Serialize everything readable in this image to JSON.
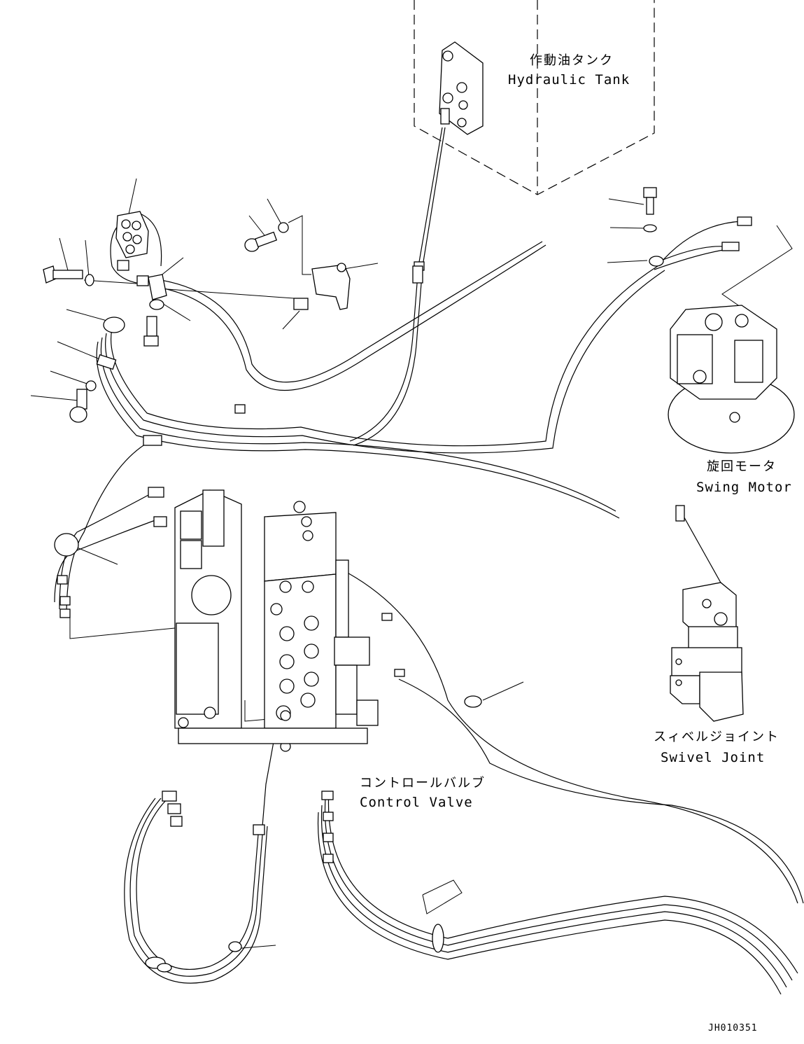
{
  "labels": {
    "hydraulic_tank": {
      "jp": "作動油タンク",
      "en": "Hydraulic Tank"
    },
    "swing_motor": {
      "jp": "旋回モータ",
      "en": "Swing Motor"
    },
    "swivel_joint": {
      "jp": "スィベルジョイント",
      "en": "Swivel Joint"
    },
    "control_valve": {
      "jp": "コントロールバルブ",
      "en": "Control Valve"
    }
  },
  "drawing_code": "JH010351"
}
